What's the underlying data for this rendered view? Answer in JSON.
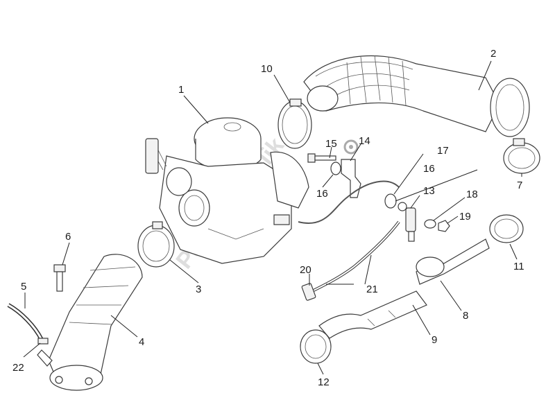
{
  "labels": {
    "l1": "1",
    "l2": "2",
    "l3": "3",
    "l4": "4",
    "l5": "5",
    "l6": "6",
    "l7": "7",
    "l8": "8",
    "l9": "9",
    "l10": "10",
    "l11": "11",
    "l12": "12",
    "l13": "13",
    "l14": "14",
    "l15": "15",
    "l16a": "16",
    "l16b": "16",
    "l17": "17",
    "l18": "18",
    "l19": "19",
    "l20": "20",
    "l21": "21",
    "l22": "22"
  },
  "watermark": "PartsRepublik",
  "colors": {
    "line": "#3a3a3a",
    "text": "#1a1a1a",
    "watermark": "#a0a0a0"
  }
}
